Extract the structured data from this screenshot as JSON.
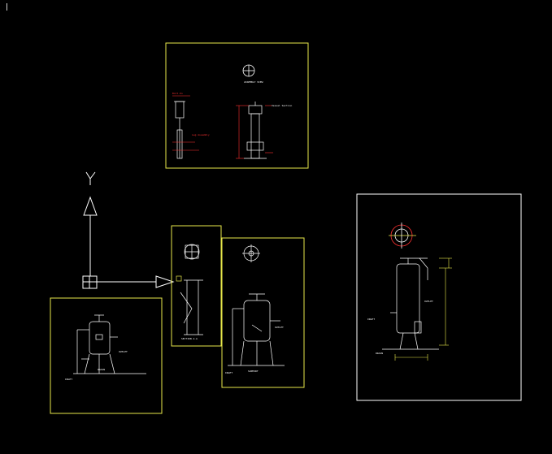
{
  "window": {
    "background": "#000000",
    "sheet_border_color": "#e8e84a",
    "drawing_colors": {
      "primary": "#ffffff",
      "annotation": "#ff3030",
      "highlight": "#e8e84a"
    }
  },
  "ucs": {
    "y_label": "Y",
    "icon_name": "ucs-icon"
  },
  "sheets": [
    {
      "id": "top-center",
      "labels": [
        "Vessel Section",
        "ASSEMBLY VIEW",
        "Bolt-On",
        "Leg Assembly"
      ]
    },
    {
      "id": "left-bottom",
      "labels": [
        "OUTLET",
        "INLET",
        "DRAIN"
      ]
    },
    {
      "id": "middle-narrow",
      "labels": [
        "SECTION A-A"
      ]
    },
    {
      "id": "middle-right",
      "labels": [
        "OUTLET",
        "INLET",
        "SUPPORT"
      ]
    },
    {
      "id": "far-right",
      "labels": [
        "OUTLET",
        "INLET",
        "DRAIN"
      ]
    }
  ]
}
